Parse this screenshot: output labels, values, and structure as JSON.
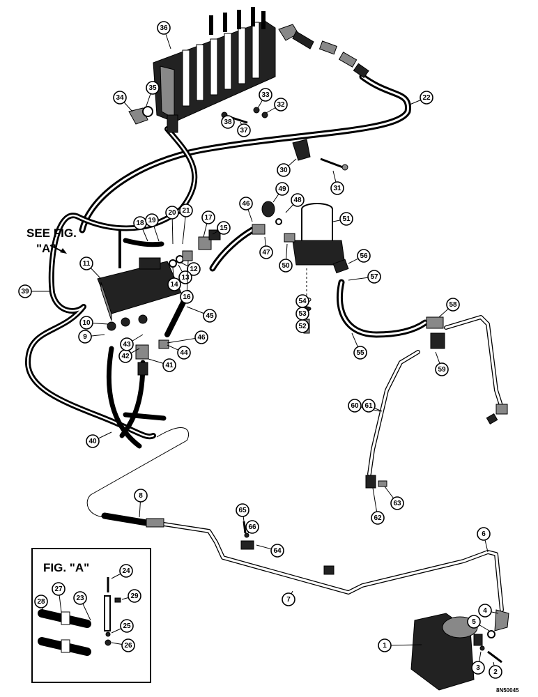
{
  "see_fig_label": "SEE FIG.",
  "see_fig_letter": "\"A\"",
  "fig_a_title": "FIG. \"A\"",
  "ref_code": "8N50045",
  "callouts": [
    "1",
    "2",
    "3",
    "4",
    "5",
    "6",
    "7",
    "8",
    "9",
    "10",
    "11",
    "12",
    "13",
    "14",
    "15",
    "16",
    "17",
    "18",
    "19",
    "20",
    "21",
    "22",
    "23",
    "24",
    "25",
    "26",
    "27",
    "28",
    "29",
    "30",
    "31",
    "32",
    "33",
    "34",
    "35",
    "36",
    "37",
    "38",
    "39",
    "40",
    "41",
    "42",
    "43",
    "44",
    "45",
    "46",
    "46",
    "47",
    "48",
    "49",
    "50",
    "51",
    "52",
    "53",
    "54",
    "55",
    "56",
    "57",
    "58",
    "59",
    "60",
    "61",
    "62",
    "63",
    "64",
    "65",
    "66"
  ]
}
